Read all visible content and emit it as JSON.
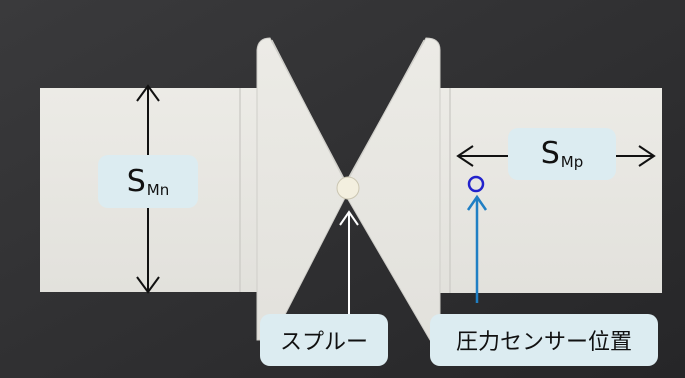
{
  "labels": {
    "smn": {
      "main": "S",
      "sub": "Mn"
    },
    "smp": {
      "main": "S",
      "sub": "Mp"
    },
    "sprue": "スプルー",
    "sensor": "圧力センサー位置"
  },
  "colors": {
    "background": "#2e2e30",
    "specimen": "#e9e8e3",
    "label_box": "#dcecf1",
    "arrow_black": "#111111",
    "arrow_white": "#ffffff",
    "arrow_blue": "#1f7fc4",
    "sensor_circle": "#2222cc"
  }
}
